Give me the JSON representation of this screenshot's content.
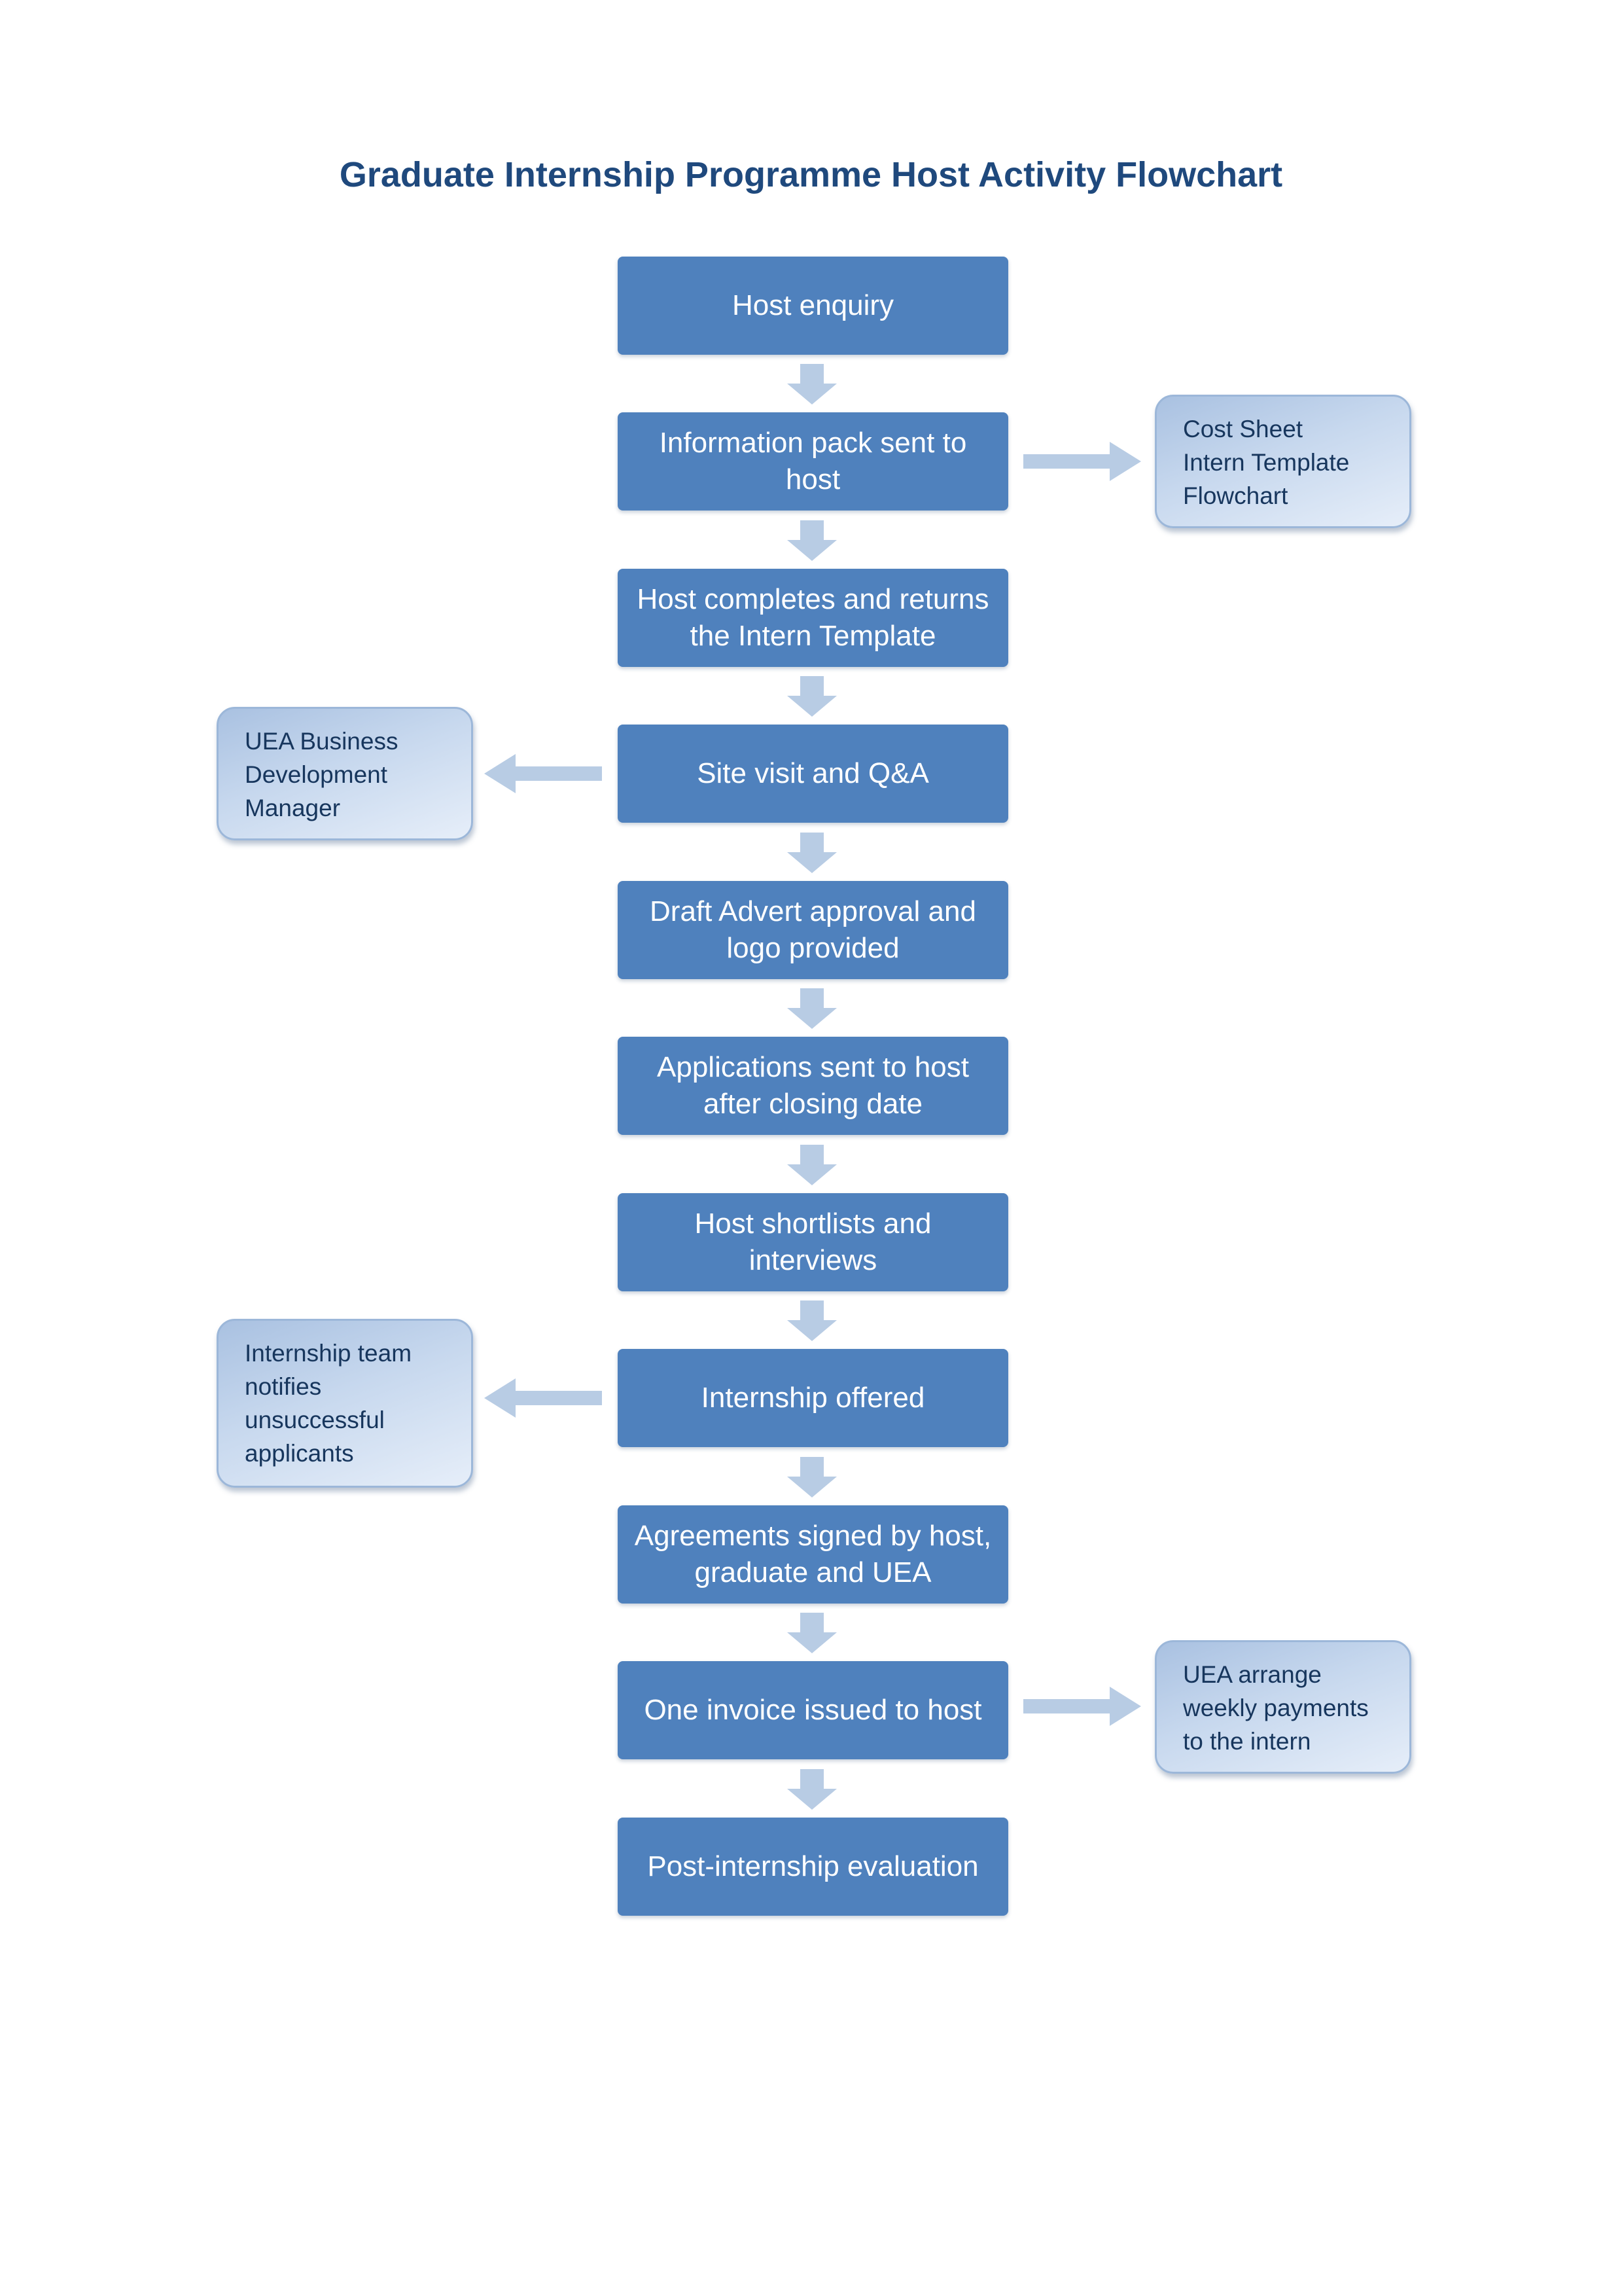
{
  "title": "Graduate Internship Programme Host Activity Flowchart",
  "steps": [
    {
      "lines": [
        "Host enquiry"
      ]
    },
    {
      "lines": [
        "Information pack sent to",
        "host"
      ]
    },
    {
      "lines": [
        "Host completes and returns",
        "the Intern Template"
      ]
    },
    {
      "lines": [
        "Site visit and Q&A"
      ]
    },
    {
      "lines": [
        "Draft Advert approval and",
        "logo provided"
      ]
    },
    {
      "lines": [
        "Applications sent to host",
        "after closing date"
      ]
    },
    {
      "lines": [
        "Host shortlists and",
        "interviews"
      ]
    },
    {
      "lines": [
        "Internship offered"
      ]
    },
    {
      "lines": [
        "Agreements signed by host,",
        "graduate and UEA"
      ]
    },
    {
      "lines": [
        "One invoice issued to host"
      ]
    },
    {
      "lines": [
        "Post-internship evaluation"
      ]
    }
  ],
  "notes": {
    "info_pack": {
      "lines": [
        "Cost Sheet",
        "Intern Template",
        "Flowchart"
      ]
    },
    "site_visit": {
      "lines": [
        "UEA Business",
        "Development",
        "Manager"
      ]
    },
    "internship_offered": {
      "lines": [
        "Internship team",
        "notifies",
        "unsuccessful",
        "applicants"
      ]
    },
    "invoice": {
      "lines": [
        "UEA arrange",
        "weekly payments",
        "to the intern"
      ]
    }
  },
  "colors": {
    "title": "#1f497d",
    "step_fill": "#4f81bd",
    "step_text": "#ffffff",
    "note_text": "#17365d",
    "arrow": "#b8cce4"
  }
}
